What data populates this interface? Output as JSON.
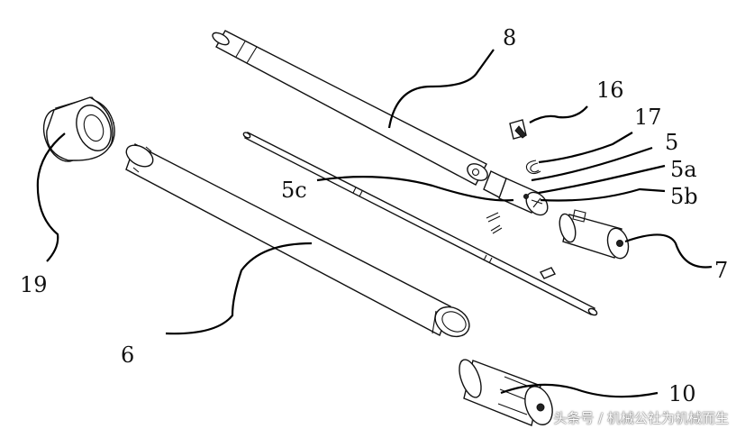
{
  "callouts": {
    "c8": "8",
    "c16": "16",
    "c17": "17",
    "c5": "5",
    "c5a": "5a",
    "c5b": "5b",
    "c5c": "5c",
    "c7": "7",
    "c19": "19",
    "c6": "6",
    "c10": "10"
  },
  "watermark": "头条号 / 机械公社为机械而生",
  "colors": {
    "line": "#111111",
    "paper": "#ffffff"
  }
}
